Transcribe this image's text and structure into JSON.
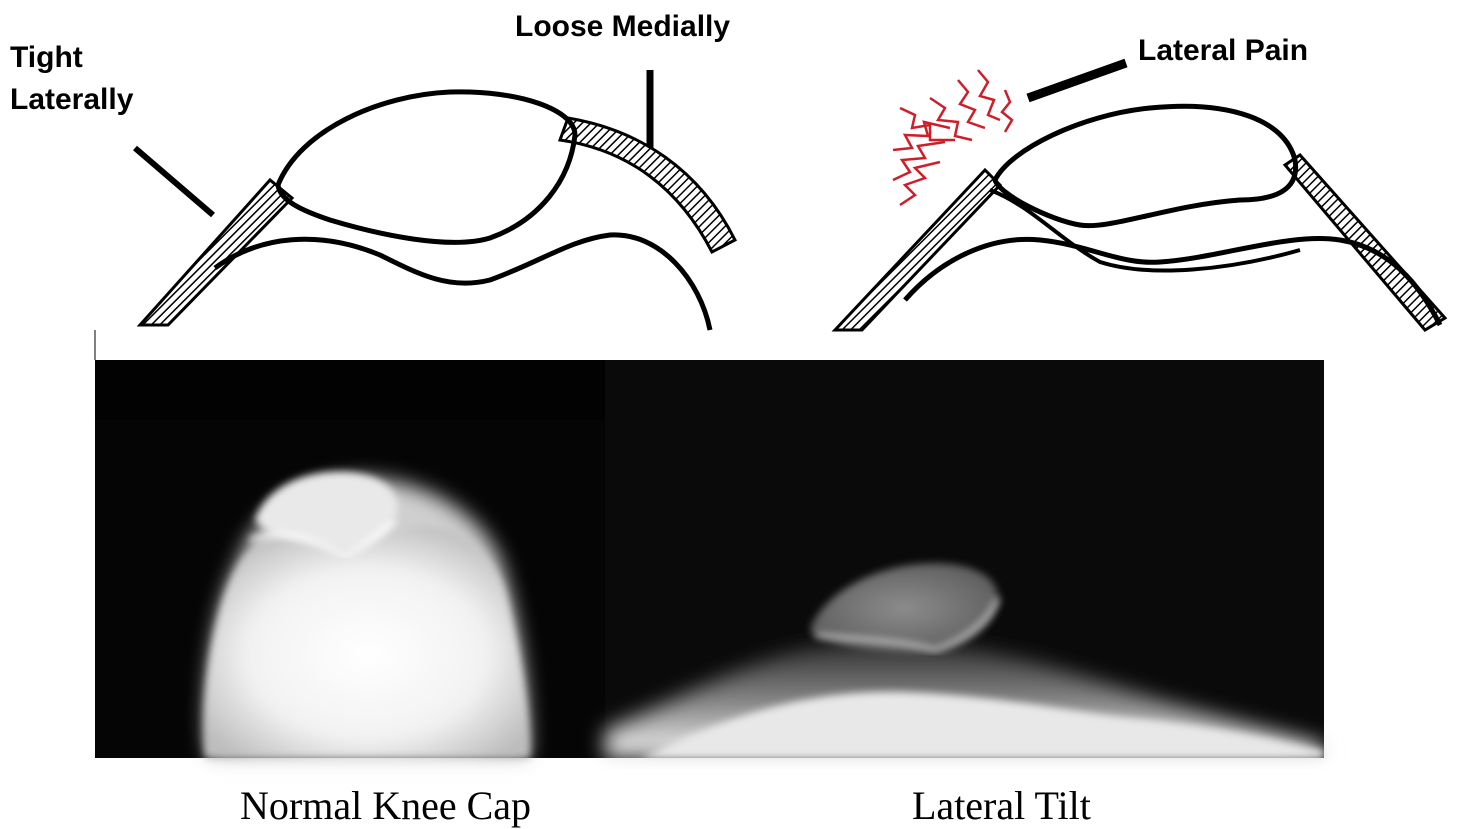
{
  "labels": {
    "tight_line1": "Tight",
    "tight_line2": "Laterally",
    "loose": "Loose Medially",
    "lateral_pain": "Lateral Pain"
  },
  "captions": {
    "normal": "Normal Knee Cap",
    "tilt": "Lateral Tilt"
  },
  "colors": {
    "ink": "#000000",
    "pain": "#cc1f2a",
    "xray_bg": "#050505"
  }
}
